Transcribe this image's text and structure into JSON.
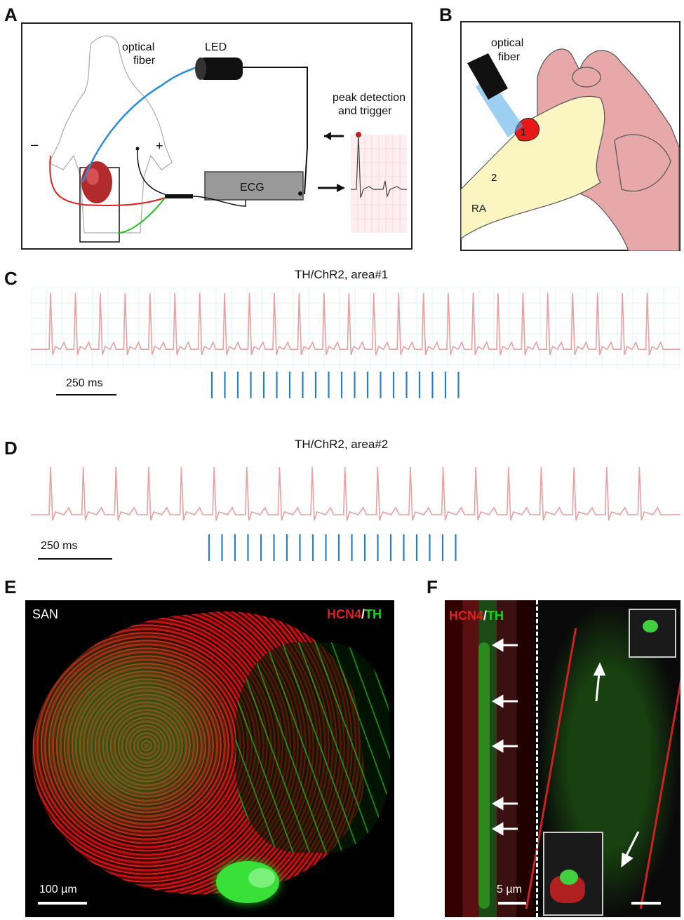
{
  "panels": {
    "a": {
      "label": "A",
      "optical_fiber_label": [
        "optical",
        "fiber"
      ],
      "led_label": "LED",
      "peak_label": [
        "peak detection",
        "and trigger"
      ],
      "ecg_label": "ECG",
      "minus": "–",
      "plus": "+"
    },
    "b": {
      "label": "B",
      "optical_fiber_label": [
        "optical",
        "fiber"
      ],
      "area1": "1",
      "area2": "2",
      "ra": "RA"
    },
    "c": {
      "label": "C",
      "title": "TH/ChR2, area#1",
      "scale": "250 ms",
      "beats": 25,
      "stim_pulses": 20
    },
    "d": {
      "label": "D",
      "title": "TH/ChR2, area#2",
      "scale": "250 ms",
      "beats": 19,
      "stim_pulses": 20
    },
    "e": {
      "label": "E",
      "region": "SAN",
      "stain_red": "HCN4",
      "stain_sep": "/",
      "stain_green": "TH",
      "scale": "100 µm"
    },
    "f": {
      "label": "F",
      "stain_red": "HCN4",
      "stain_sep": "/",
      "stain_green": "TH",
      "scale": "5 µm"
    }
  },
  "colors": {
    "ecg_trace": "#e8a0a0",
    "stim": "#2a7fc4",
    "fiber": "#2a8ae0",
    "hcn4": "#e02020",
    "th": "#20d020"
  }
}
